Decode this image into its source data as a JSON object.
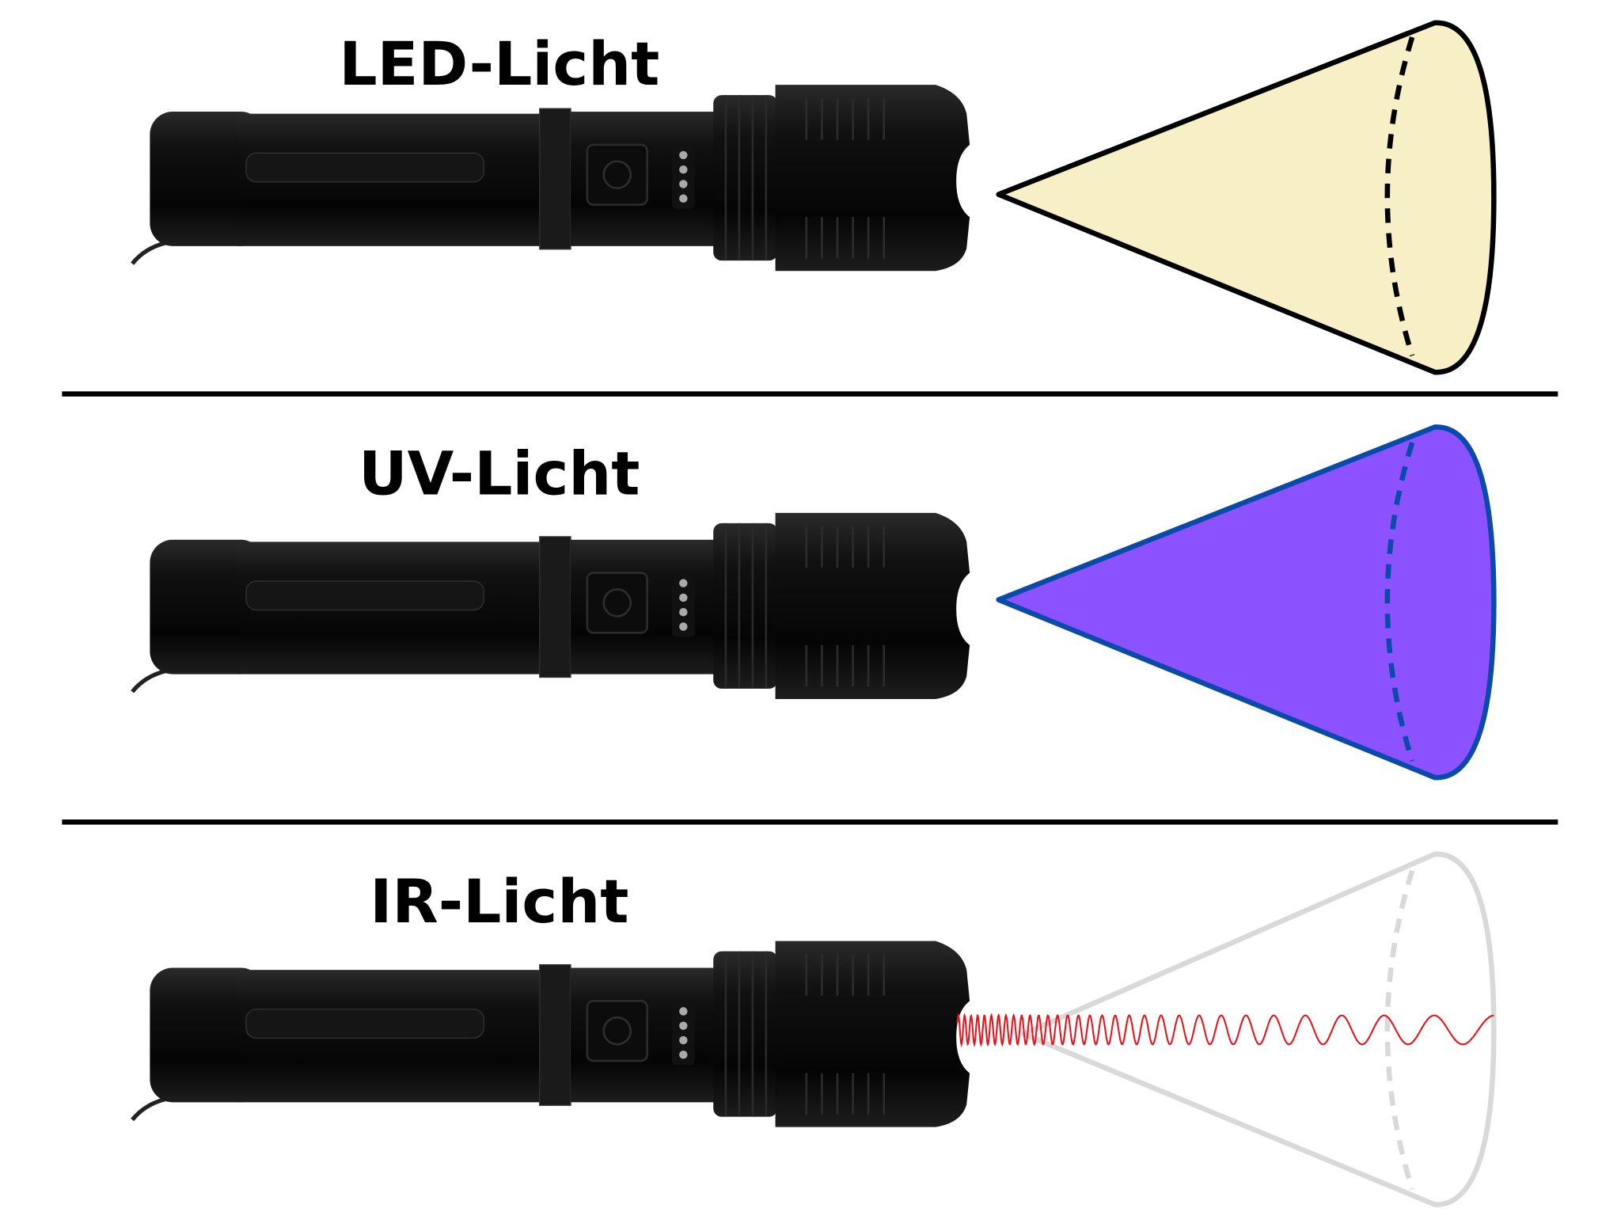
{
  "panels": [
    {
      "title": "LED-Licht",
      "beam_fill": "#f7efc6",
      "beam_stroke": "#000000",
      "beam_type": "cone"
    },
    {
      "title": "UV-Licht",
      "beam_fill": "#8c52ff",
      "beam_stroke": "#0a4aa8",
      "beam_type": "cone"
    },
    {
      "title": "IR-Licht",
      "beam_fill": "none",
      "beam_stroke": "#d9d9d9",
      "beam_type": "wave",
      "wave_color": "#e8141b"
    }
  ],
  "icons": [
    "flashlight-icon",
    "light-cone-icon",
    "infrared-wave-icon"
  ],
  "divider_color": "#000000"
}
